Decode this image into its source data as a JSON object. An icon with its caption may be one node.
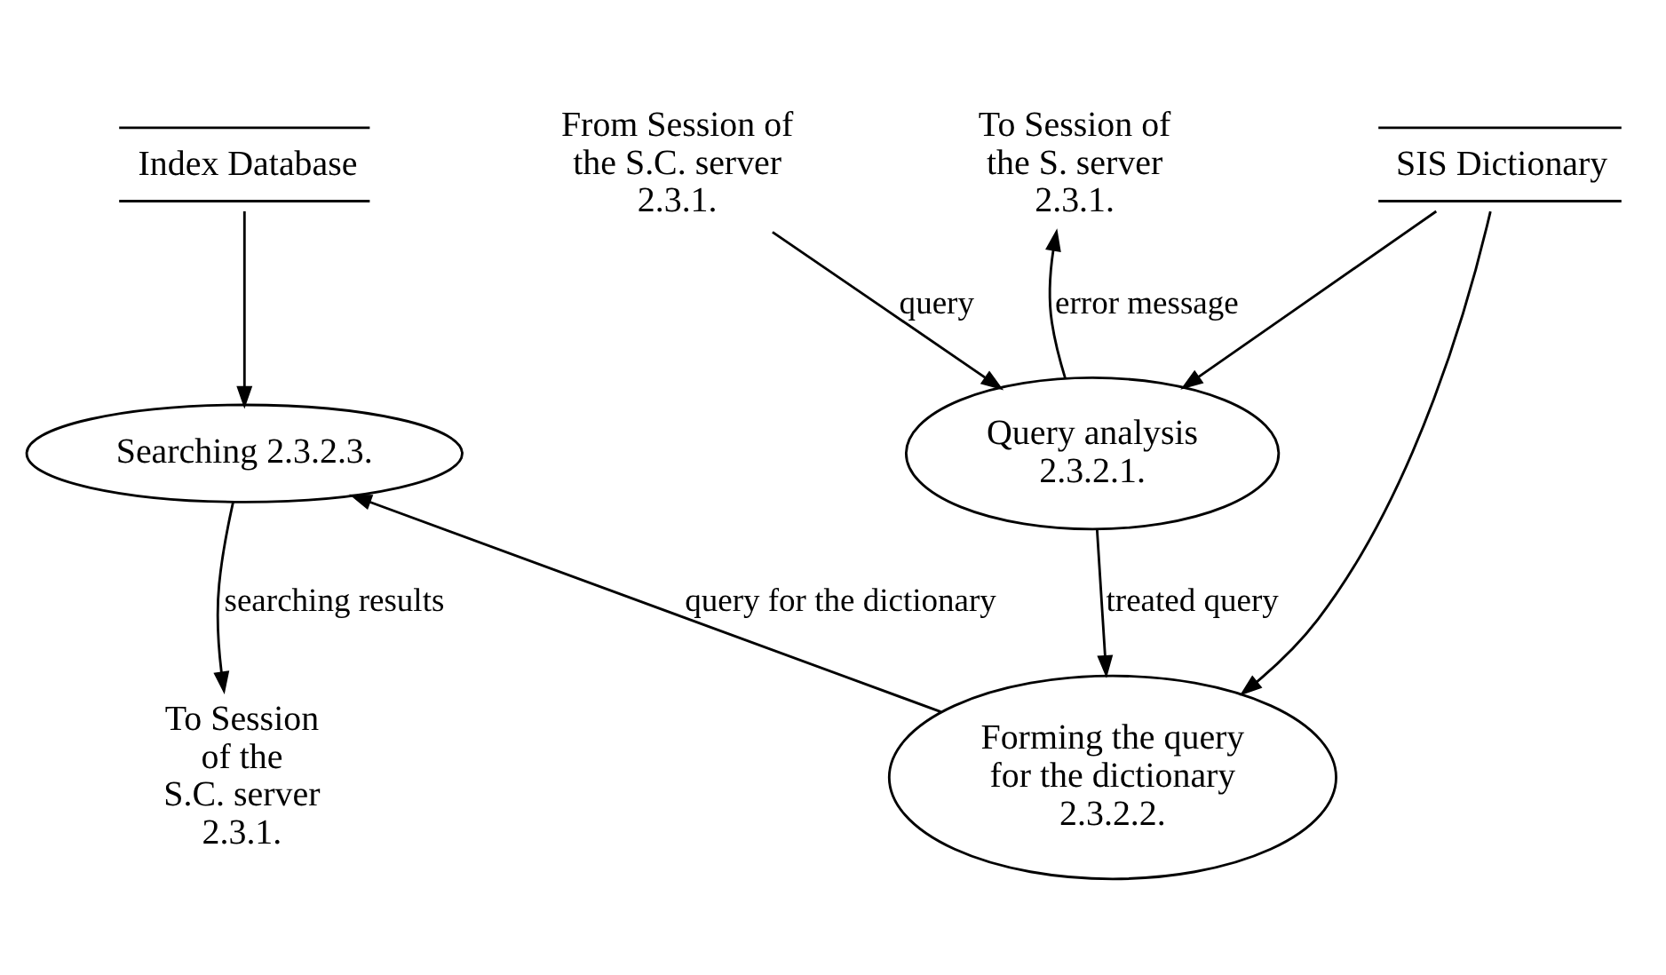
{
  "diagram": {
    "nodes": [
      {
        "text": [
          "SIS Dictionary"
        ]
      },
      {
        "text": [
          "From Session of the S.C. server 2.3.1."
        ]
      },
      {
        "text": [
          "To Session of the S. server 2.3.1."
        ]
      },
      {
        "text": [
          "Query analysis 2.3.2.1."
        ]
      },
      {
        "text": [
          "Forming the query for the dictionary 2.3.2.2."
        ]
      },
      {
        "text": [
          "Searching 2.3.2.3."
        ]
      },
      {
        "text": [
          "To Session of the S.C. server 2.3.1."
        ]
      },
      {
        "text": [
          "Index Database"
        ]
      }
    ],
    "edges": [
      {
        "from": 0,
        "to": 3,
        "arrow": "to"
      },
      {
        "from": 0,
        "to": 4,
        "arrow": "to"
      },
      {
        "from": 1,
        "to": 3,
        "arrow": "to",
        "label": "query"
      },
      {
        "from": 3,
        "to": 2,
        "arrow": "to",
        "label": "error message"
      },
      {
        "from": 3,
        "to": 4,
        "arrow": "to",
        "label": "treated query"
      },
      {
        "from": 4,
        "to": 5,
        "arrow": "to",
        "label": "query for the dictionary"
      },
      {
        "from": 5,
        "to": 6,
        "arrow": "to",
        "label": "searching results"
      },
      {
        "from": 7,
        "to": 5,
        "arrow": "to"
      }
    ]
  }
}
